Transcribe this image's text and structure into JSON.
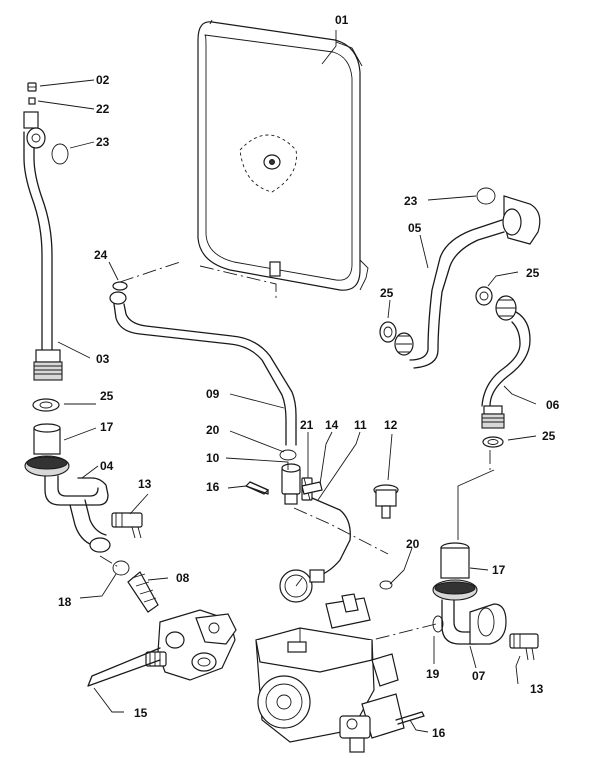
{
  "labels": [
    {
      "id": "l01",
      "text": "01"
    },
    {
      "id": "l02",
      "text": "02"
    },
    {
      "id": "l22",
      "text": "22"
    },
    {
      "id": "l23a",
      "text": "23"
    },
    {
      "id": "l23b",
      "text": "23"
    },
    {
      "id": "l05",
      "text": "05"
    },
    {
      "id": "l24",
      "text": "24"
    },
    {
      "id": "l25a",
      "text": "25"
    },
    {
      "id": "l25b",
      "text": "25"
    },
    {
      "id": "l25c",
      "text": "25"
    },
    {
      "id": "l25d",
      "text": "25"
    },
    {
      "id": "l03",
      "text": "03"
    },
    {
      "id": "l06",
      "text": "06"
    },
    {
      "id": "l09",
      "text": "09"
    },
    {
      "id": "l17a",
      "text": "17"
    },
    {
      "id": "l17b",
      "text": "17"
    },
    {
      "id": "l20a",
      "text": "20"
    },
    {
      "id": "l20b",
      "text": "20"
    },
    {
      "id": "l21",
      "text": "21"
    },
    {
      "id": "l14",
      "text": "14"
    },
    {
      "id": "l11",
      "text": "11"
    },
    {
      "id": "l12",
      "text": "12"
    },
    {
      "id": "l04",
      "text": "04"
    },
    {
      "id": "l10",
      "text": "10"
    },
    {
      "id": "l13a",
      "text": "13"
    },
    {
      "id": "l13b",
      "text": "13"
    },
    {
      "id": "l16a",
      "text": "16"
    },
    {
      "id": "l16b",
      "text": "16"
    },
    {
      "id": "l08",
      "text": "08"
    },
    {
      "id": "l18",
      "text": "18"
    },
    {
      "id": "l19",
      "text": "19"
    },
    {
      "id": "l07",
      "text": "07"
    },
    {
      "id": "l15",
      "text": "15"
    }
  ]
}
